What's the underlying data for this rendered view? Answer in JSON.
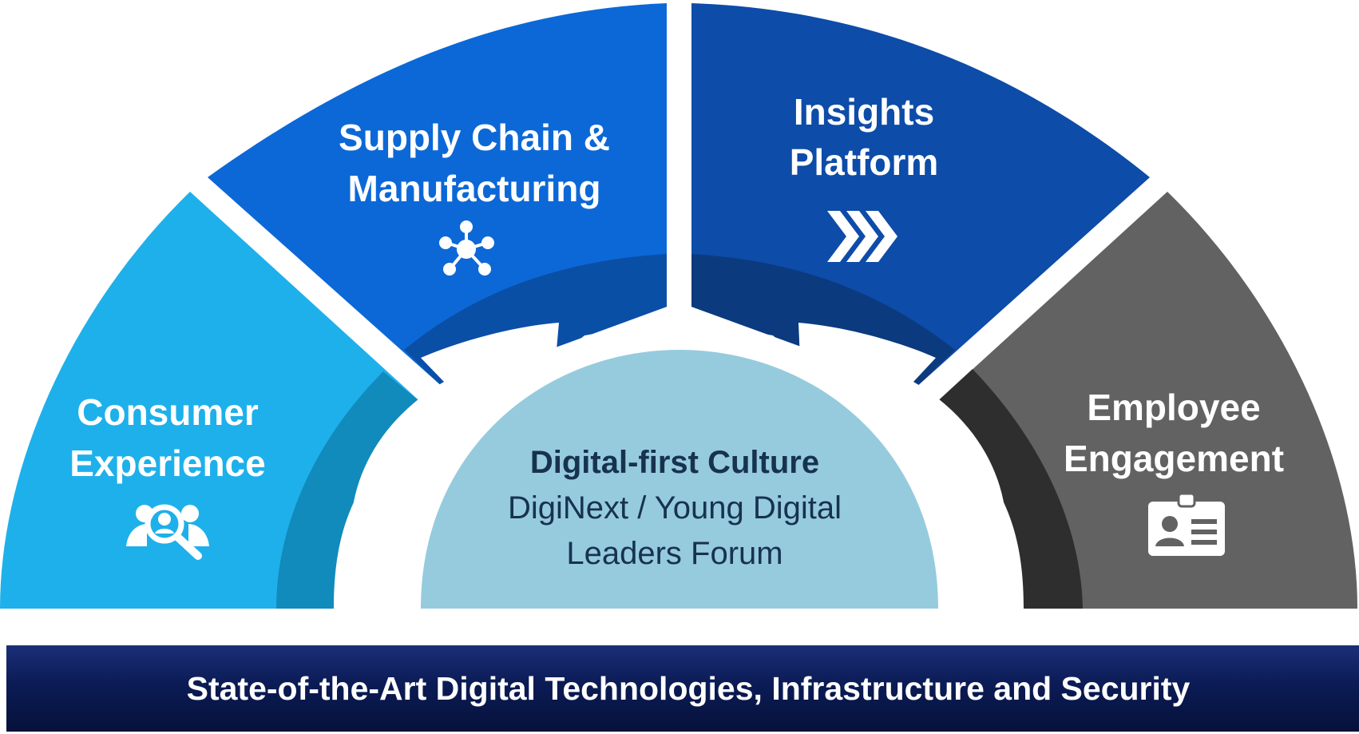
{
  "segments": {
    "consumer": {
      "line1": "Consumer",
      "line2": "Experience",
      "icon": "user-search-icon",
      "color": "#1EB0EA",
      "inner_color": "#118BBC"
    },
    "supply": {
      "line1": "Supply Chain &",
      "line2": "Manufacturing",
      "icon": "network-hub-icon",
      "color": "#0C68D7",
      "inner_color": "#0A4FA6"
    },
    "insights": {
      "line1": "Insights",
      "line2": "Platform",
      "icon": "triple-chevron-right-icon",
      "color": "#0D4CA8",
      "inner_color": "#0B3A7F"
    },
    "employee": {
      "line1": "Employee",
      "line2": "Engagement",
      "icon": "id-card-icon",
      "color": "#626262",
      "inner_color": "#2E2E2E"
    }
  },
  "core": {
    "title": "Digital-first Culture",
    "line1": "DigiNext / Young Digital",
    "line2": "Leaders Forum",
    "color": "#96CBDE"
  },
  "banner": {
    "text": "State-of-the-Art Digital Technologies, Infrastructure and Security",
    "color": "#0B1B55"
  }
}
